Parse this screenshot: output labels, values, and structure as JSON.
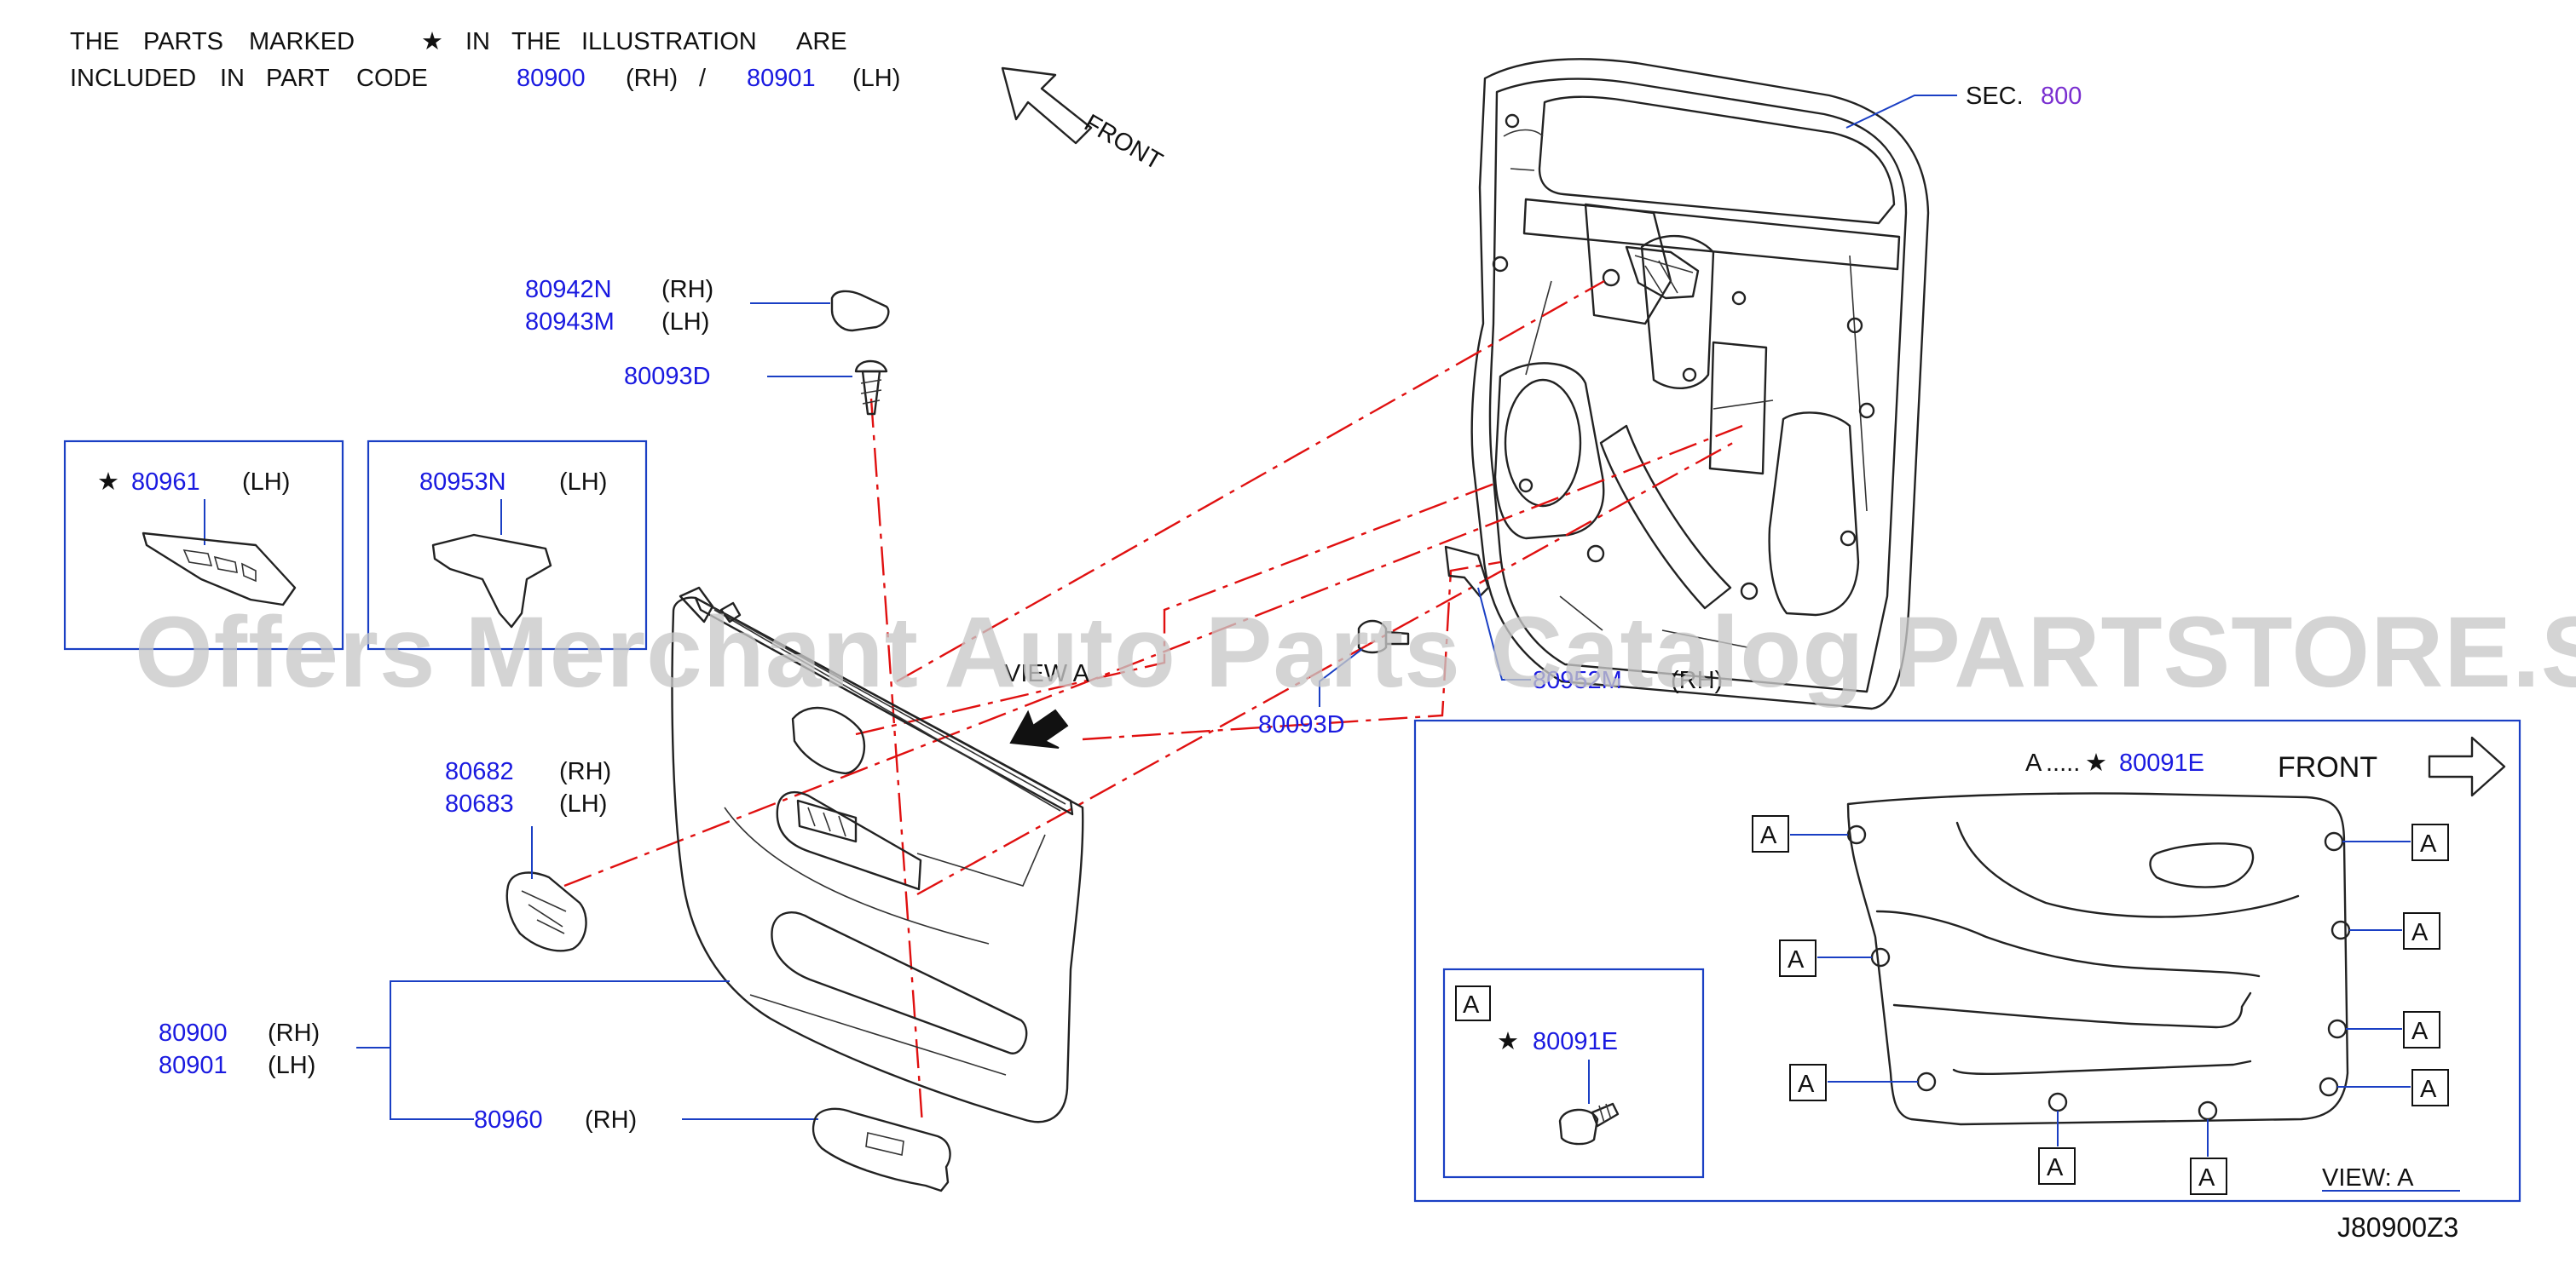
{
  "note": {
    "line1": {
      "w1": "THE",
      "w2": "PARTS",
      "w3": "MARKED",
      "star": "★",
      "w4": "IN",
      "w5": "THE",
      "w6": "ILLUSTRATION",
      "w7": "ARE"
    },
    "line2": {
      "w1": "INCLUDED",
      "w2": "IN",
      "w3": "PART",
      "w4": "CODE",
      "code_rh": "80900",
      "rh": "(RH)",
      "slash": "/",
      "code_lh": "80901",
      "lh": "(LH)"
    }
  },
  "front_label_top": "FRONT",
  "section_ref": {
    "label": "SEC.",
    "number": "800"
  },
  "parts": {
    "p80942N": {
      "code": "80942N",
      "side": "(RH)"
    },
    "p80943M": {
      "code": "80943M",
      "side": "(LH)"
    },
    "p80093D_top": {
      "code": "80093D"
    },
    "p80961": {
      "star": "★",
      "code": "80961",
      "side": "(LH)"
    },
    "p80953N": {
      "code": "80953N",
      "side": "(LH)"
    },
    "p80682": {
      "code": "80682",
      "side": "(RH)"
    },
    "p80683": {
      "code": "80683",
      "side": "(LH)"
    },
    "p80900": {
      "code": "80900",
      "side": "(RH)"
    },
    "p80901": {
      "code": "80901",
      "side": "(LH)"
    },
    "p80960": {
      "code": "80960",
      "side": "(RH)"
    },
    "p80093D_mid": {
      "code": "80093D"
    },
    "p80952M": {
      "code": "80952M",
      "side": "(RH)"
    }
  },
  "view_arrow_label": "VIEW A",
  "view_a_panel": {
    "legend": {
      "key": "A",
      "dots": ".....",
      "star": "★",
      "code": "80091E"
    },
    "front_label": "FRONT",
    "marker": "A",
    "inset": {
      "marker": "A",
      "star": "★",
      "code": "80091E"
    },
    "view_caption": "VIEW:   A"
  },
  "drawing_code": "J80900Z3",
  "watermark": "Offers Merchant Auto Parts Catalog PARTSTORE.SA",
  "colors": {
    "part_number": "#1a1ae0",
    "section_number": "#7a2fd0",
    "leader": "#1a3fc4",
    "phantom_line": "#e01010",
    "ink": "#222222",
    "watermark": "#c8c8c8"
  }
}
